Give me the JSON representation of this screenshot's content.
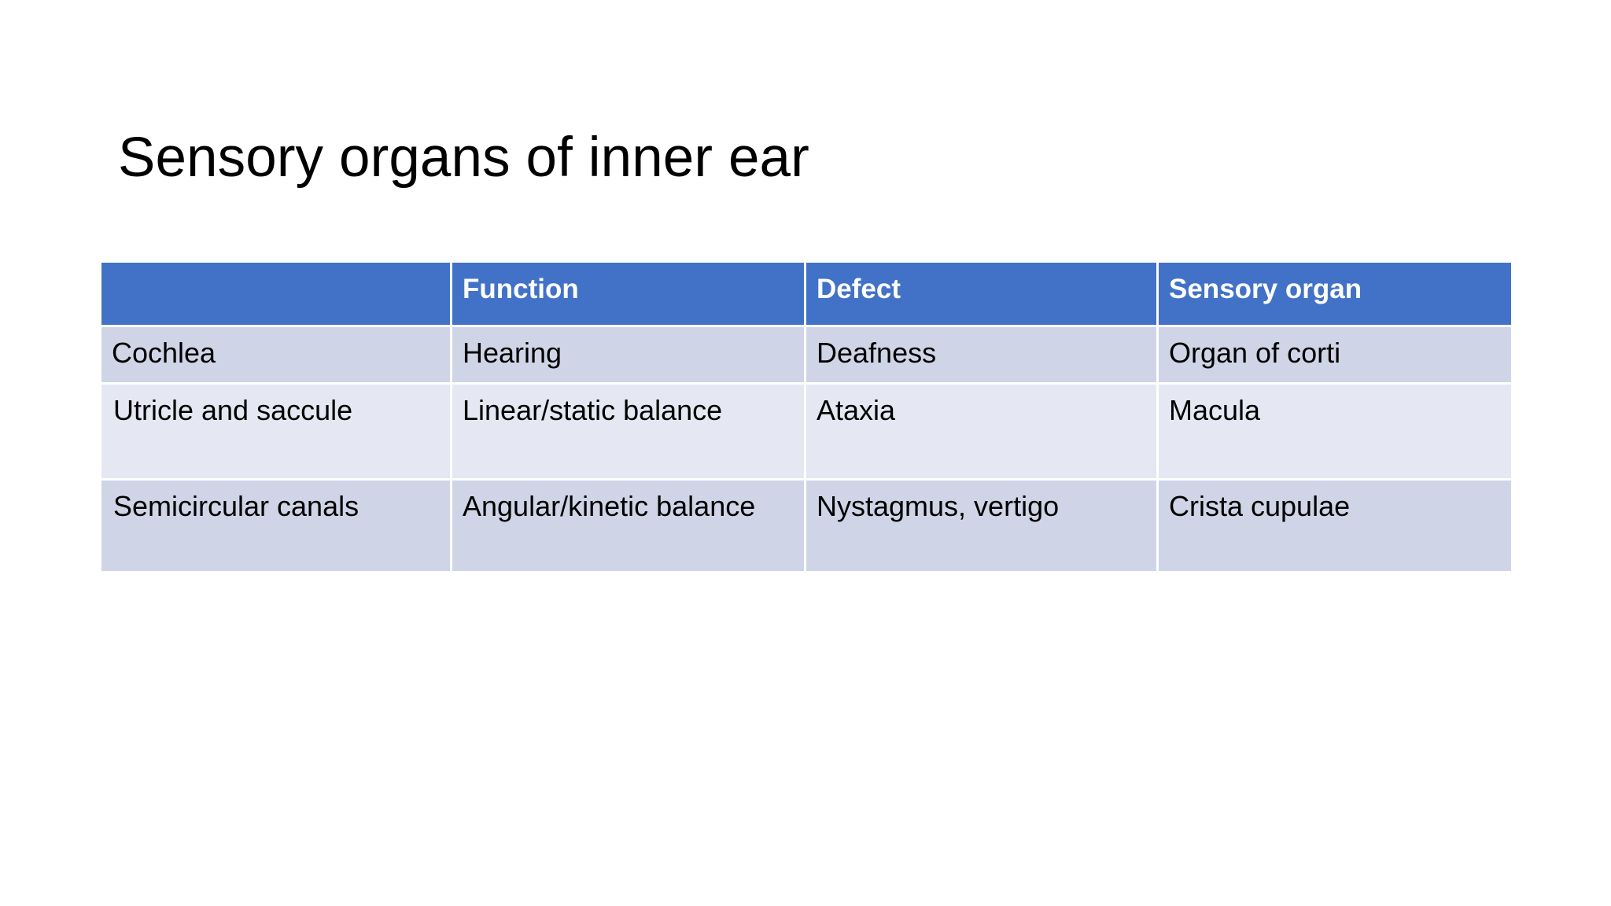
{
  "slide": {
    "title": "Sensory organs of inner ear",
    "background_color": "#ffffff",
    "title_color": "#000000"
  },
  "table": {
    "header_fill": "#4272C7",
    "header_text_color": "#ffffff",
    "row_band_dark": "#D0D4E7",
    "row_band_light": "#E5E8F2",
    "gridline_color": "#ffffff",
    "headers": [
      "",
      "Function",
      "Defect",
      "Sensory organ"
    ],
    "rows": [
      {
        "cells": [
          "Cochlea",
          "Hearing",
          "Deafness",
          "Organ of corti"
        ]
      },
      {
        "cells": [
          "Utricle and saccule",
          "Linear/static balance",
          "Ataxia",
          "Macula"
        ]
      },
      {
        "cells": [
          "Semicircular canals",
          "Angular/kinetic balance",
          "Nystagmus, vertigo",
          "Crista cupulae"
        ]
      }
    ]
  }
}
